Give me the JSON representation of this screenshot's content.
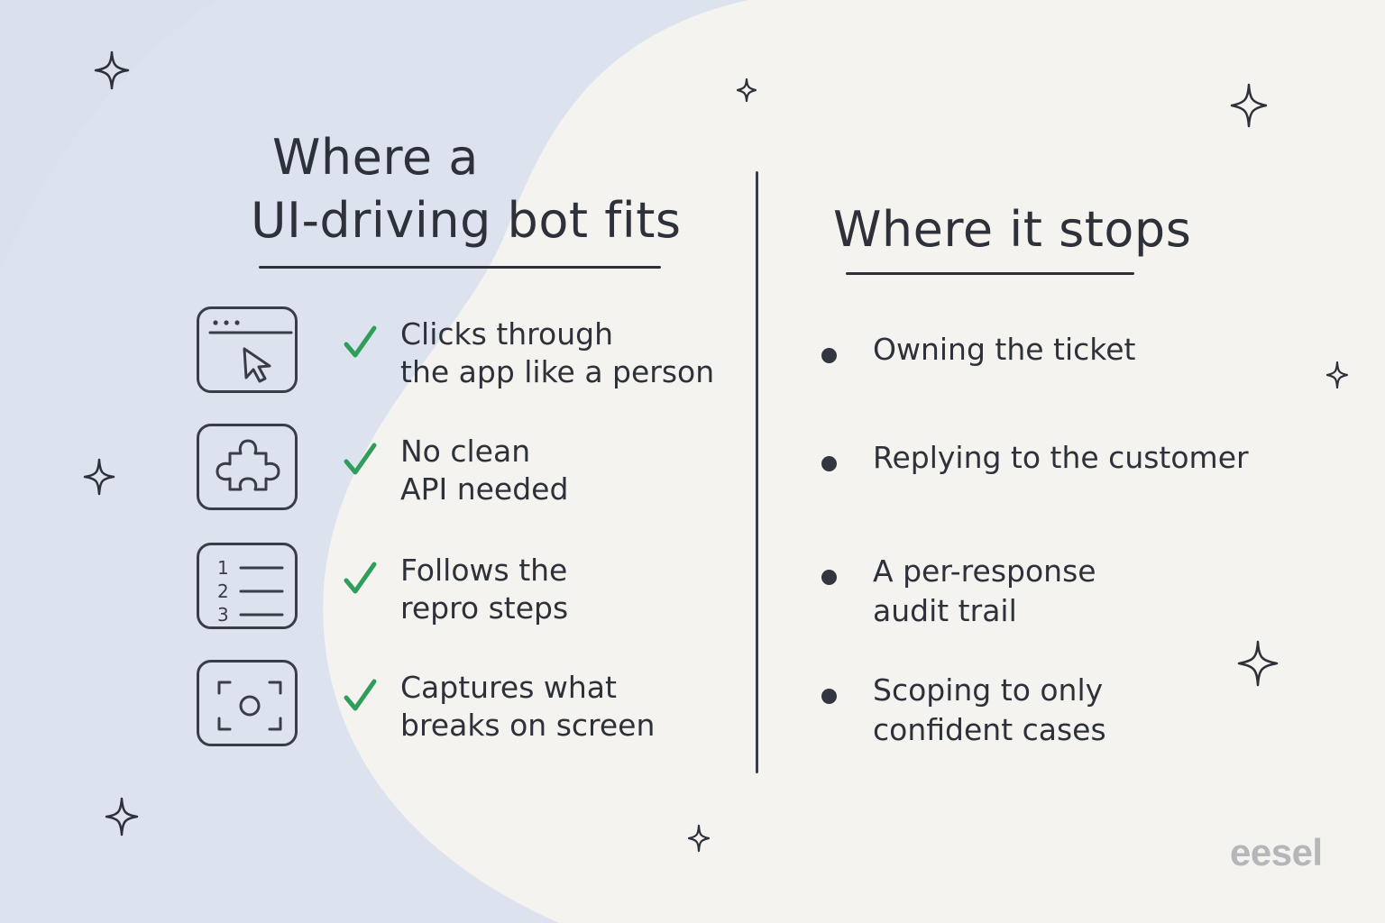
{
  "left_column": {
    "title_line1": "Where a",
    "title_line2": "UI-driving bot fits",
    "items": [
      {
        "icon": "browser-cursor-icon",
        "text": "Clicks through\nthe app like a person"
      },
      {
        "icon": "puzzle-piece-icon",
        "text": "No clean\nAPI needed"
      },
      {
        "icon": "numbered-list-icon",
        "text": "Follows the\nrepro steps"
      },
      {
        "icon": "screenshot-capture-icon",
        "text": "Captures what\nbreaks on screen"
      }
    ],
    "marker_icon": "checkmark-icon"
  },
  "right_column": {
    "title": "Where it stops",
    "items": [
      {
        "text": "Owning the ticket"
      },
      {
        "text": "Replying to the customer"
      },
      {
        "text": "A per-response\naudit trail"
      },
      {
        "text": "Scoping to only\nconfident cases"
      }
    ],
    "marker_icon": "bullet-dot"
  },
  "list_icon_numbers": [
    "1",
    "2",
    "3"
  ],
  "brand": "eesel",
  "colors": {
    "background": "#f4f3ef",
    "blob": "#dde3ee",
    "ink": "#2e3139",
    "check": "#2f9e5a",
    "brand": "#b5b6ba"
  }
}
